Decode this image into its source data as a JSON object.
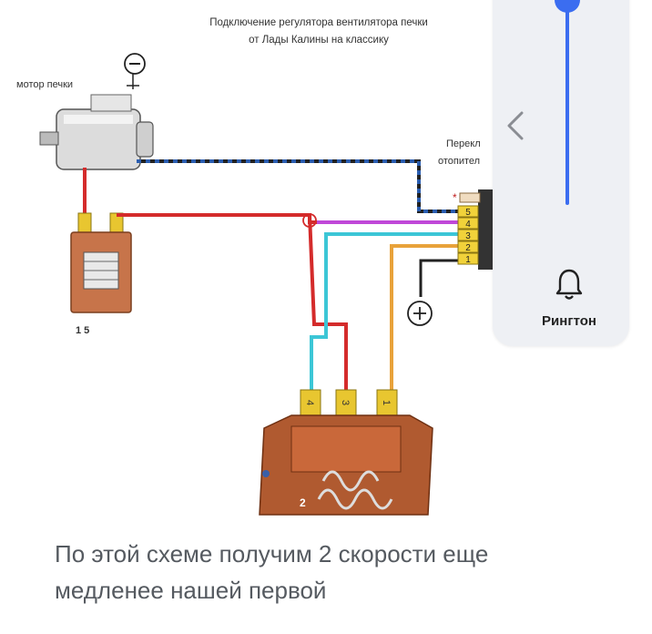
{
  "diagram": {
    "title_line1": "Подключение регулятора вентилятора печки",
    "title_line2": "от Лады Калины на классику",
    "motor_label": "мотор печки",
    "switch_label_line1": "Перекл",
    "switch_label_line2": "отопител",
    "minus_symbol": "−",
    "plus_symbol": "+",
    "connector_pins": [
      "5",
      "4",
      "3",
      "2",
      "1"
    ],
    "asterisk": "*",
    "resistor_terminal_label": "1 5",
    "regulator_terminals": [
      "4",
      "3",
      "1"
    ],
    "regulator_number": "2",
    "wire_colors": {
      "red": "#d42b2b",
      "purple": "#c048d8",
      "cyan": "#3cc6d6",
      "orange": "#e8a23a",
      "black": "#222222",
      "blue_dashed": "#2a5db0"
    }
  },
  "caption": {
    "line1": "По этой схеме получим 2 скорости еще",
    "line2": "медленее нашей первой"
  },
  "volume_panel": {
    "level": 1.0,
    "ringtone_label": "Рингтон",
    "accent_color": "#3b6df0",
    "icons": [
      "chevron-left-icon",
      "bell-icon"
    ]
  }
}
